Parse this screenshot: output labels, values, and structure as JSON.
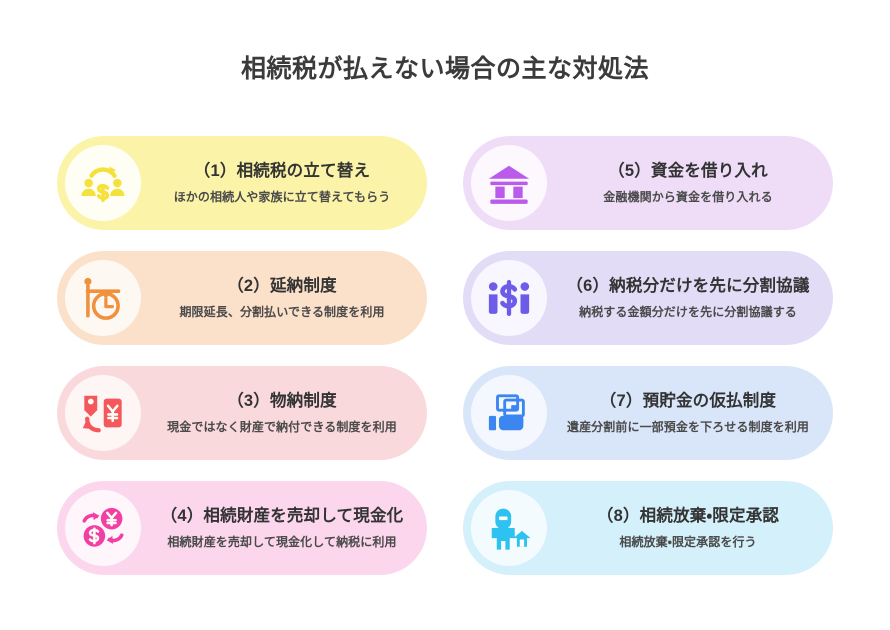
{
  "header": {
    "title": "相続税が払えない場合の主な対処法"
  },
  "colors": {
    "title_text": "#3b3b3b",
    "card_title_text": "#333333",
    "card_desc_text": "#4a4a4a",
    "page_background": "#ffffff",
    "icon_circle": "#fffdf7"
  },
  "cards": [
    {
      "number": "(1)",
      "title": "（1）相続税の立て替え",
      "desc": "ほかの相続人や家族に立て替えてもらう",
      "icon": "people-money-transfer-icon",
      "card_bg": "#fbf4a8",
      "icon_color": "#f5e13c",
      "circle_bg": "#fffef4"
    },
    {
      "number": "(2)",
      "title": "（2）延納制度",
      "desc": "期限延長、分割払いできる制度を利用",
      "icon": "hanging-clock-icon",
      "card_bg": "#fbe0ca",
      "icon_color": "#f0913e",
      "circle_bg": "#fef8f2"
    },
    {
      "number": "(3)",
      "title": "（3）物納制度",
      "desc": "現金ではなく財産で納付できる制度を利用",
      "icon": "property-yen-tag-icon",
      "card_bg": "#fad9dc",
      "icon_color": "#f4575c",
      "circle_bg": "#fef5f5"
    },
    {
      "number": "(4)",
      "title": "（4）相続財産を売却して現金化",
      "desc": "相続財産を売却して現金化して納税に利用",
      "icon": "currency-exchange-coins-icon",
      "card_bg": "#fbd6ed",
      "icon_color": "#f23fa4",
      "circle_bg": "#fef6fb"
    },
    {
      "number": "(5)",
      "title": "（5）資金を借り入れ",
      "desc": "金融機関から資金を借り入れる",
      "icon": "bank-building-icon",
      "card_bg": "#efddf8",
      "icon_color": "#bb5beb",
      "circle_bg": "#fcf8fe"
    },
    {
      "number": "(6)",
      "title": "（6）納税分だけを先に分割協議",
      "desc": "納税する金額分だけを先に分割協議する",
      "icon": "two-people-dollar-icon",
      "card_bg": "#e3dcf7",
      "icon_color": "#6c5ce7",
      "circle_bg": "#f8f6fe"
    },
    {
      "number": "(7)",
      "title": "（7）預貯金の仮払制度",
      "desc": "遺産分割前に一部預金を下ろせる制度を利用",
      "icon": "hand-holding-cash-icon",
      "card_bg": "#d9e6fa",
      "icon_color": "#3b86f0",
      "circle_bg": "#f4f8fe"
    },
    {
      "number": "(8)",
      "title": "（8）相続放棄・限定承認",
      "desc": "相続放棄・限定承認を行う",
      "icon": "person-with-house-icon",
      "card_bg": "#d4f0fb",
      "icon_color": "#2dc2ef",
      "circle_bg": "#f3fbfe"
    }
  ]
}
